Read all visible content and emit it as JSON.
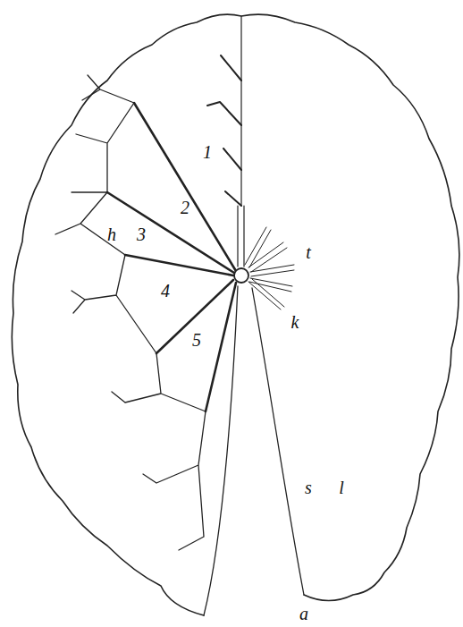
{
  "diagram": {
    "labels": [
      "1",
      "2",
      "t",
      "h",
      "3",
      "4",
      "k",
      "5",
      "s",
      "l",
      "a"
    ]
  }
}
